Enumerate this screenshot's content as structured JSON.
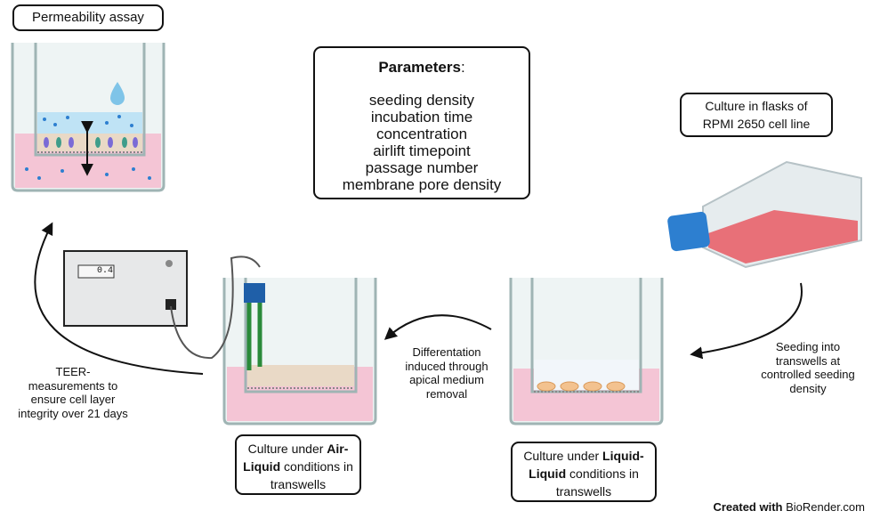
{
  "permeability": {
    "title": "Permeability assay"
  },
  "parameters": {
    "heading": "Parameters",
    "colon": ":",
    "items": [
      "seeding density",
      "incubation time",
      "concentration",
      "airlift timepoint",
      "passage number",
      "membrane pore density"
    ]
  },
  "flask": {
    "label_lines": [
      "Culture in flasks of",
      "RPMI 2650 cell line"
    ]
  },
  "seeding": {
    "lines": [
      "Seeding into",
      "transwells at",
      "controlled seeding",
      "density"
    ]
  },
  "differentiation": {
    "lines": [
      "Differentation",
      "induced through",
      "apical medium",
      "removal"
    ]
  },
  "teer_text": {
    "lines": [
      "TEER-",
      "measurements to",
      "ensure cell layer",
      "integrity over 21 days"
    ]
  },
  "teer_meter": {
    "display": "0.4"
  },
  "ali": {
    "pre": "Culture under ",
    "bold1": "Air-",
    "bold2": "Liquid",
    "post": " conditions in",
    "last": "transwells"
  },
  "lli": {
    "pre": "Culture under ",
    "bold1": "Liquid-",
    "bold2": "Liquid",
    "post": " conditions in",
    "last": "transwells"
  },
  "credit": {
    "prefix": "Created with",
    "brand": "BioRender.com"
  },
  "colors": {
    "medium_pink": "#f4c5d5",
    "apical_blue": "#bfe3f5",
    "flask_red": "#e85a63",
    "cap_blue": "#2d7fd0",
    "well_outline": "#9fb4b4"
  }
}
